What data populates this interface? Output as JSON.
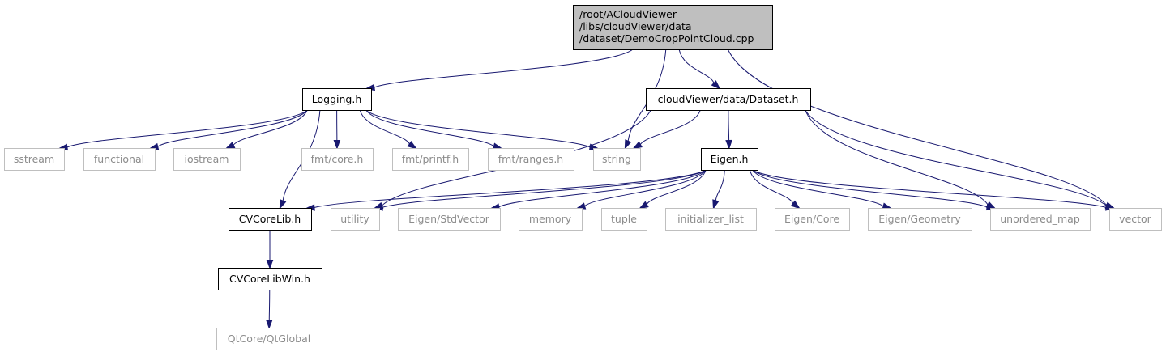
{
  "colors": {
    "edge": "#191970",
    "root_fill": "#bfbfbf",
    "documented_border": "#000000",
    "external_border": "#bfbfbf",
    "external_text": "#8c8c8c"
  },
  "nodes": [
    {
      "id": "root",
      "kind": "root",
      "lines": [
        "/root/ACloudViewer",
        "/libs/cloudViewer/data",
        "/dataset/DemoCropPointCloud.cpp"
      ]
    },
    {
      "id": "logging",
      "kind": "documented",
      "lines": [
        "Logging.h"
      ]
    },
    {
      "id": "dataset",
      "kind": "documented",
      "lines": [
        "cloudViewer/data/Dataset.h"
      ]
    },
    {
      "id": "sstream",
      "kind": "external",
      "lines": [
        "sstream"
      ]
    },
    {
      "id": "functional",
      "kind": "external",
      "lines": [
        "functional"
      ]
    },
    {
      "id": "iostream",
      "kind": "external",
      "lines": [
        "iostream"
      ]
    },
    {
      "id": "fmtcore",
      "kind": "external",
      "lines": [
        "fmt/core.h"
      ]
    },
    {
      "id": "fmtprintf",
      "kind": "external",
      "lines": [
        "fmt/printf.h"
      ]
    },
    {
      "id": "fmtranges",
      "kind": "external",
      "lines": [
        "fmt/ranges.h"
      ]
    },
    {
      "id": "string",
      "kind": "external",
      "lines": [
        "string"
      ]
    },
    {
      "id": "eigen",
      "kind": "documented",
      "lines": [
        "Eigen.h"
      ]
    },
    {
      "id": "cvcorelib",
      "kind": "documented",
      "lines": [
        "CVCoreLib.h"
      ]
    },
    {
      "id": "utility",
      "kind": "external",
      "lines": [
        "utility"
      ]
    },
    {
      "id": "stdvector",
      "kind": "external",
      "lines": [
        "Eigen/StdVector"
      ]
    },
    {
      "id": "memory",
      "kind": "external",
      "lines": [
        "memory"
      ]
    },
    {
      "id": "tuple",
      "kind": "external",
      "lines": [
        "tuple"
      ]
    },
    {
      "id": "initlist",
      "kind": "external",
      "lines": [
        "initializer_list"
      ]
    },
    {
      "id": "eigencore",
      "kind": "external",
      "lines": [
        "Eigen/Core"
      ]
    },
    {
      "id": "eigengeom",
      "kind": "external",
      "lines": [
        "Eigen/Geometry"
      ]
    },
    {
      "id": "umap",
      "kind": "external",
      "lines": [
        "unordered_map"
      ]
    },
    {
      "id": "vector",
      "kind": "external",
      "lines": [
        "vector"
      ]
    },
    {
      "id": "cvcorelibwin",
      "kind": "documented",
      "lines": [
        "CVCoreLibWin.h"
      ]
    },
    {
      "id": "qtglobal",
      "kind": "external",
      "lines": [
        "QtCore/QtGlobal"
      ]
    }
  ],
  "edges": [
    {
      "from": "root",
      "to": "logging"
    },
    {
      "from": "root",
      "to": "string"
    },
    {
      "from": "root",
      "to": "dataset"
    },
    {
      "from": "root",
      "to": "vector"
    },
    {
      "from": "logging",
      "to": "sstream"
    },
    {
      "from": "logging",
      "to": "functional"
    },
    {
      "from": "logging",
      "to": "iostream"
    },
    {
      "from": "logging",
      "to": "fmtcore"
    },
    {
      "from": "logging",
      "to": "fmtprintf"
    },
    {
      "from": "logging",
      "to": "fmtranges"
    },
    {
      "from": "logging",
      "to": "string"
    },
    {
      "from": "logging",
      "to": "cvcorelib"
    },
    {
      "from": "dataset",
      "to": "string"
    },
    {
      "from": "dataset",
      "to": "utility"
    },
    {
      "from": "dataset",
      "to": "eigen"
    },
    {
      "from": "dataset",
      "to": "umap"
    },
    {
      "from": "dataset",
      "to": "vector"
    },
    {
      "from": "eigen",
      "to": "cvcorelib"
    },
    {
      "from": "eigen",
      "to": "utility"
    },
    {
      "from": "eigen",
      "to": "stdvector"
    },
    {
      "from": "eigen",
      "to": "memory"
    },
    {
      "from": "eigen",
      "to": "tuple"
    },
    {
      "from": "eigen",
      "to": "initlist"
    },
    {
      "from": "eigen",
      "to": "eigencore"
    },
    {
      "from": "eigen",
      "to": "eigengeom"
    },
    {
      "from": "eigen",
      "to": "umap"
    },
    {
      "from": "eigen",
      "to": "vector"
    },
    {
      "from": "cvcorelib",
      "to": "cvcorelibwin"
    },
    {
      "from": "cvcorelibwin",
      "to": "qtglobal"
    }
  ]
}
